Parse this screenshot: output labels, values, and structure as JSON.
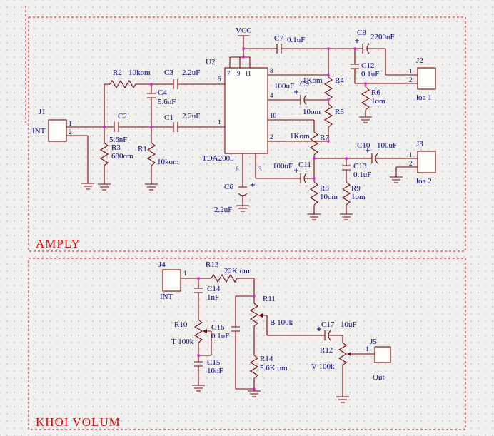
{
  "titles": {
    "section1": "AMPLY",
    "section2": "KHOI VOLUM"
  },
  "power": {
    "vcc_label": "VCC"
  },
  "ic": {
    "ref": "U2",
    "part": "TDA2005",
    "pins": {
      "p1": "1",
      "p2": "2",
      "p3": "3",
      "p4": "4",
      "p5": "5",
      "p6": "6",
      "p7": "7",
      "p8": "8",
      "p9": "9",
      "p10": "10",
      "p11": "11"
    }
  },
  "connectors": {
    "J1": {
      "ref": "J1",
      "name": "INT",
      "pin1": "1",
      "pin2": "2"
    },
    "J2": {
      "ref": "J2",
      "name": "loa 1",
      "pin1": "1",
      "pin2": "2"
    },
    "J3": {
      "ref": "J3",
      "name": "loa 2",
      "pin1": "1",
      "pin2": "2"
    },
    "J4": {
      "ref": "J4",
      "name": "INT",
      "pin1": "1"
    },
    "J5": {
      "ref": "J5",
      "name": "Out",
      "pin1": "1"
    }
  },
  "resistors": {
    "R1": {
      "ref": "R1",
      "value": "10kom"
    },
    "R2": {
      "ref": "R2",
      "value": "10kom"
    },
    "R3": {
      "ref": "R3",
      "value": "680om"
    },
    "R4": {
      "ref": "R4",
      "value": "1Kom"
    },
    "R5": {
      "ref": "R5",
      "value": "10om"
    },
    "R6": {
      "ref": "R6",
      "value": "1om"
    },
    "R7": {
      "ref": "R7",
      "value": "1Kom"
    },
    "R8": {
      "ref": "R8",
      "value": "10om"
    },
    "R9": {
      "ref": "R9",
      "value": "1om"
    },
    "R10": {
      "ref": "R10",
      "value": "T 100k"
    },
    "R11": {
      "ref": "R11",
      "value": "B 100k"
    },
    "R12": {
      "ref": "R12",
      "value": "V 100k"
    },
    "R13": {
      "ref": "R13",
      "value": "22K om"
    },
    "R14": {
      "ref": "R14",
      "value": "5.6K om"
    }
  },
  "capacitors": {
    "C1": {
      "ref": "C1",
      "value": "2.2uF"
    },
    "C2": {
      "ref": "C2",
      "value": "5.6nF"
    },
    "C3": {
      "ref": "C3",
      "value": "2.2uF"
    },
    "C4": {
      "ref": "C4",
      "value": "5.6nF"
    },
    "C6": {
      "ref": "C6",
      "value": "2.2uF"
    },
    "C7": {
      "ref": "C7",
      "value": "0.1uF"
    },
    "C8": {
      "ref": "C8",
      "value": "2200uF"
    },
    "C9": {
      "ref": "C9",
      "value": "100uF"
    },
    "C10": {
      "ref": "C10",
      "value": "100uF"
    },
    "C11": {
      "ref": "C11",
      "value": "100uF"
    },
    "C12": {
      "ref": "C12",
      "value": "0.1uF"
    },
    "C13": {
      "ref": "C13",
      "value": "0.1uF"
    },
    "C14": {
      "ref": "C14",
      "value": "1nF"
    },
    "C15": {
      "ref": "C15",
      "value": "10nF"
    },
    "C16": {
      "ref": "C16",
      "value": "0.1uF"
    },
    "C17": {
      "ref": "C17",
      "value": "10uF"
    }
  }
}
